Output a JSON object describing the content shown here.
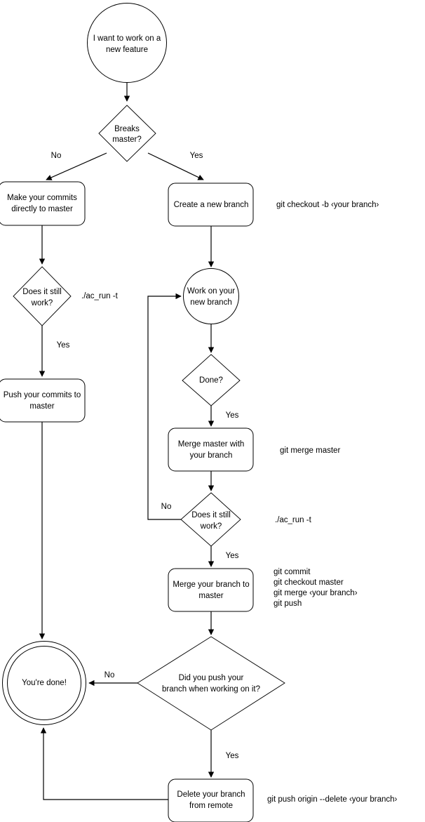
{
  "diagram": {
    "title": "git branching workflow flowchart",
    "colors": {
      "stroke": "#000000",
      "fill": "#ffffff",
      "text": "#000000"
    },
    "nodes": {
      "start": {
        "shape": "circle",
        "line1": "I want to work on a",
        "line2": "new feature"
      },
      "breaks_master": {
        "shape": "diamond",
        "line1": "Breaks",
        "line2": "master?"
      },
      "make_commits": {
        "shape": "rounded-rect",
        "line1": "Make your commits",
        "line2": "directly to master"
      },
      "create_branch": {
        "shape": "rounded-rect",
        "line1": "Create a new branch",
        "line2": ""
      },
      "left_still_work": {
        "shape": "diamond",
        "line1": "Does it still",
        "line2": "work?"
      },
      "push_commits": {
        "shape": "rounded-rect",
        "line1": "Push your commits to",
        "line2": "master"
      },
      "work_on_branch": {
        "shape": "circle",
        "line1": "Work on your",
        "line2": "new branch"
      },
      "done": {
        "shape": "diamond",
        "line1": "Done?",
        "line2": ""
      },
      "merge_master": {
        "shape": "rounded-rect",
        "line1": "Merge master with",
        "line2": "your branch"
      },
      "mid_still_work": {
        "shape": "diamond",
        "line1": "Does it still",
        "line2": "work?"
      },
      "merge_branch": {
        "shape": "rounded-rect",
        "line1": "Merge your branch to",
        "line2": "master"
      },
      "did_you_push": {
        "shape": "diamond",
        "line1": "Did you push your",
        "line2": "branch when working on it?"
      },
      "delete_branch": {
        "shape": "rounded-rect",
        "line1": "Delete your branch",
        "line2": "from remote"
      },
      "end": {
        "shape": "double-circle",
        "line1": "You're done!",
        "line2": ""
      }
    },
    "edge_labels": {
      "breaks_no": "No",
      "breaks_yes": "Yes",
      "left_work_yes": "Yes",
      "done_yes": "Yes",
      "mid_work_no": "No",
      "mid_work_yes": "Yes",
      "push_no": "No",
      "push_yes": "Yes"
    },
    "commands": {
      "checkout_b": "git checkout -b ‹your branch›",
      "ac_run_left": "./ac_run -t",
      "merge_master": "git merge master",
      "ac_run_mid": "./ac_run -t",
      "merge_to_master_l1": "git commit",
      "merge_to_master_l2": "git checkout master",
      "merge_to_master_l3": "git merge ‹your branch›",
      "merge_to_master_l4": "git push",
      "delete_remote": "git push origin --delete ‹your branch›"
    }
  }
}
